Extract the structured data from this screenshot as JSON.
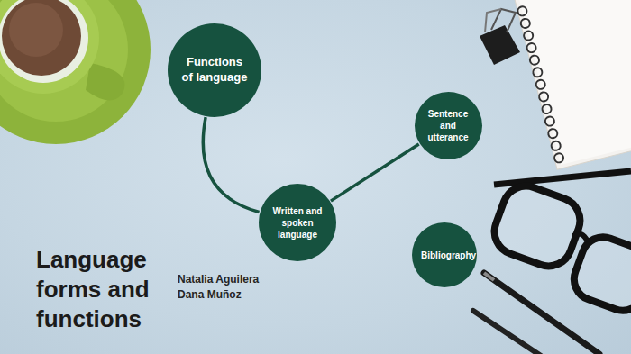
{
  "diagram": {
    "title": "Language forms and functions",
    "nodes": [
      {
        "text": [
          "Functions of language"
        ]
      },
      {
        "text": [
          "Written and spoken language"
        ]
      },
      {
        "text": [
          "Sentence and utterance"
        ]
      },
      {
        "text": [
          "Bibliography"
        ]
      }
    ],
    "edges": [
      {
        "from": 0,
        "to": 1,
        "arrow": "none"
      },
      {
        "from": 1,
        "to": 2,
        "arrow": "none"
      }
    ],
    "labels": [
      "Natalia Aguilera",
      "Dana Muñoz"
    ]
  }
}
